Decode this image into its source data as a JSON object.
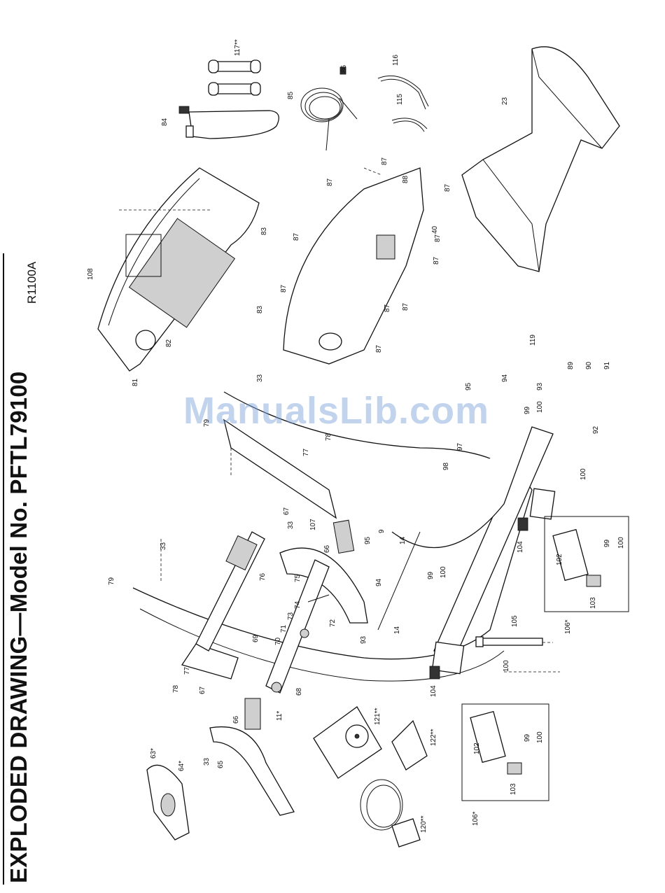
{
  "document": {
    "title": "EXPLODED DRAWING—Model No. PFTL79100",
    "model_code": "R1100A",
    "watermark": "ManualsLib.com"
  },
  "part_labels": [
    "117**",
    "116",
    "86",
    "85",
    "115",
    "84",
    "23",
    "108",
    "83",
    "83",
    "82",
    "81",
    "87",
    "87",
    "88",
    "87",
    "87",
    "87",
    "87",
    "87",
    "87",
    "40",
    "87",
    "87",
    "119",
    "89",
    "90",
    "91",
    "92",
    "95",
    "94",
    "93",
    "99",
    "100",
    "97",
    "98",
    "33",
    "79",
    "77",
    "78",
    "100",
    "67",
    "107",
    "33",
    "66",
    "76",
    "75",
    "95",
    "9",
    "14",
    "33",
    "79",
    "69",
    "74",
    "73",
    "71",
    "70",
    "72",
    "94",
    "99",
    "100",
    "93",
    "14",
    "102",
    "99",
    "100",
    "103",
    "106*",
    "104",
    "105",
    "100",
    "78",
    "77",
    "67",
    "68",
    "11*",
    "66",
    "65",
    "33",
    "63*",
    "64*",
    "121**",
    "122**",
    "102",
    "99",
    "100",
    "103",
    "106*",
    "120**",
    "104"
  ]
}
